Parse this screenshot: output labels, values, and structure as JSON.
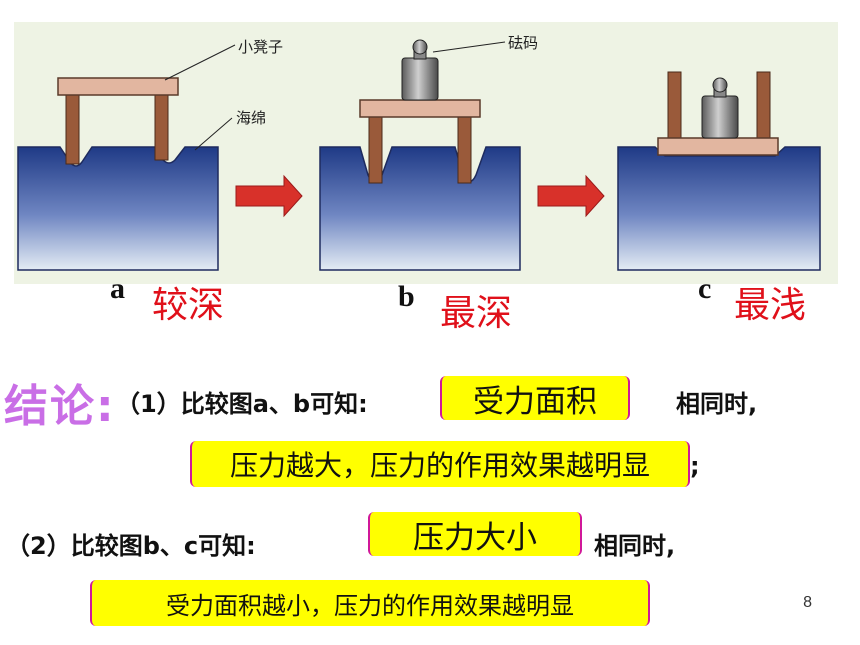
{
  "labels": {
    "stool": "小凳子",
    "sponge": "海绵",
    "weight": "砝码"
  },
  "panels": [
    {
      "letter": "a",
      "result": "较深"
    },
    {
      "letter": "b",
      "result": "最深"
    },
    {
      "letter": "c",
      "result": "最浅"
    }
  ],
  "conclusion": {
    "title": "结论:",
    "line1_prefix": "（1）比较图a、b可知:",
    "line1_box": "受力面积",
    "line1_suffix": "相同时,",
    "line2_box": "压力越大，压力的作用效果越明显",
    "line2_suffix": ";",
    "line3_prefix": "（2）比较图b、c可知:",
    "line3_box": "压力大小",
    "line3_suffix": "相同时,",
    "line4_box": "受力面积越小，压力的作用效果越明显"
  },
  "page_number": "8",
  "colors": {
    "result_red": "#e0101a",
    "highlight": "#ffff00",
    "title_purple": "#c96ee6",
    "arrow": "#d8312a"
  }
}
